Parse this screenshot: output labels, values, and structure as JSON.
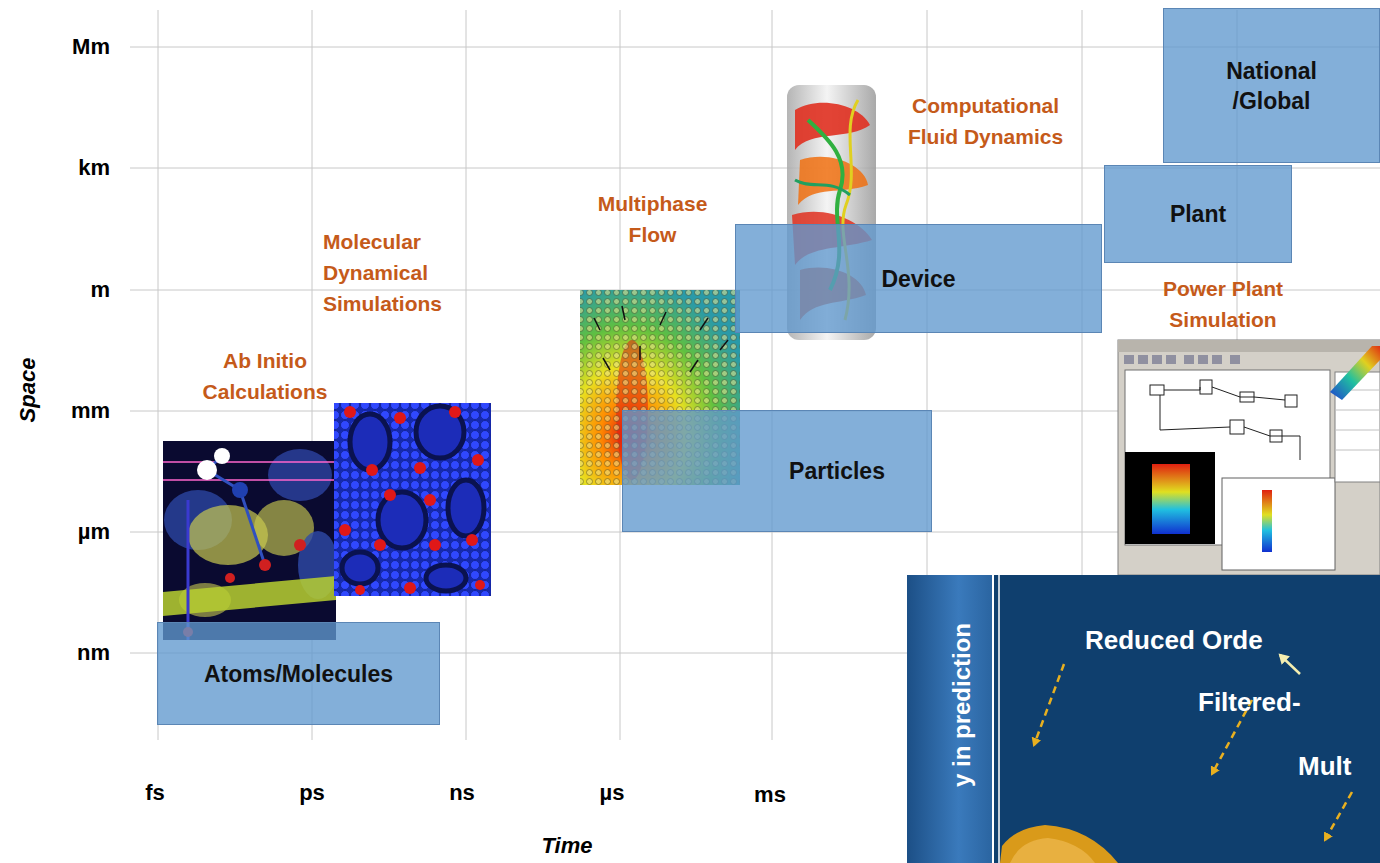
{
  "diagram": {
    "nodes": [
      {
        "text": [
          "National /Global"
        ]
      },
      {
        "text": [
          "Plant"
        ]
      },
      {
        "text": [
          "Device"
        ]
      },
      {
        "text": [
          "Particles"
        ]
      },
      {
        "text": [
          "Atoms/Molecules"
        ]
      }
    ],
    "labels": [
      "Mm",
      "km",
      "m",
      "mm",
      "µm",
      "nm",
      "fs",
      "ps",
      "ns",
      "µs",
      "ms",
      "Space",
      "Time",
      "Computational Fluid Dynamics",
      "Multiphase Flow",
      "Molecular Dynamical Simulations",
      "Ab Initio Calculations",
      "Power Plant Simulation",
      "Reduced Orde",
      "Filtered-",
      "Mult",
      "y in prediction"
    ]
  }
}
